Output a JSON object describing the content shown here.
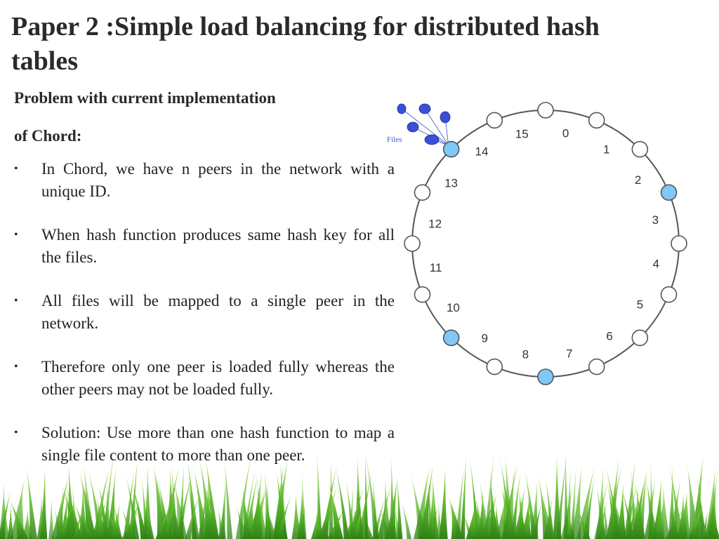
{
  "slide": {
    "title": "Paper 2 :Simple load balancing for distributed hash tables",
    "subtitle_line1": "Problem with current implementation",
    "subtitle_line2": "of Chord:",
    "bullets": [
      "In Chord, we have n peers in the network with a unique ID.",
      "When hash function produces same hash key for all the files.",
      "All files will be mapped to a single peer in the network.",
      "Therefore only one peer is loaded fully whereas the other peers may not be loaded fully.",
      "Solution: Use more than one hash function to map a single file content to more than one peer."
    ],
    "bullet_glyph": "•"
  },
  "diagram": {
    "files_label": "Files",
    "node_ids": [
      "0",
      "1",
      "2",
      "3",
      "4",
      "5",
      "6",
      "7",
      "8",
      "9",
      "10",
      "11",
      "12",
      "13",
      "14",
      "15"
    ],
    "highlighted_nodes": [
      "3",
      "8",
      "10",
      "14"
    ],
    "files_mapped_to": "14",
    "colors": {
      "ring": "#555555",
      "node_fill": "#ffffff",
      "highlight_fill": "#7fc8f8",
      "file_fill": "#3a4fd6",
      "files_line": "#3b55c8",
      "files_label": "#3b55c8"
    }
  }
}
